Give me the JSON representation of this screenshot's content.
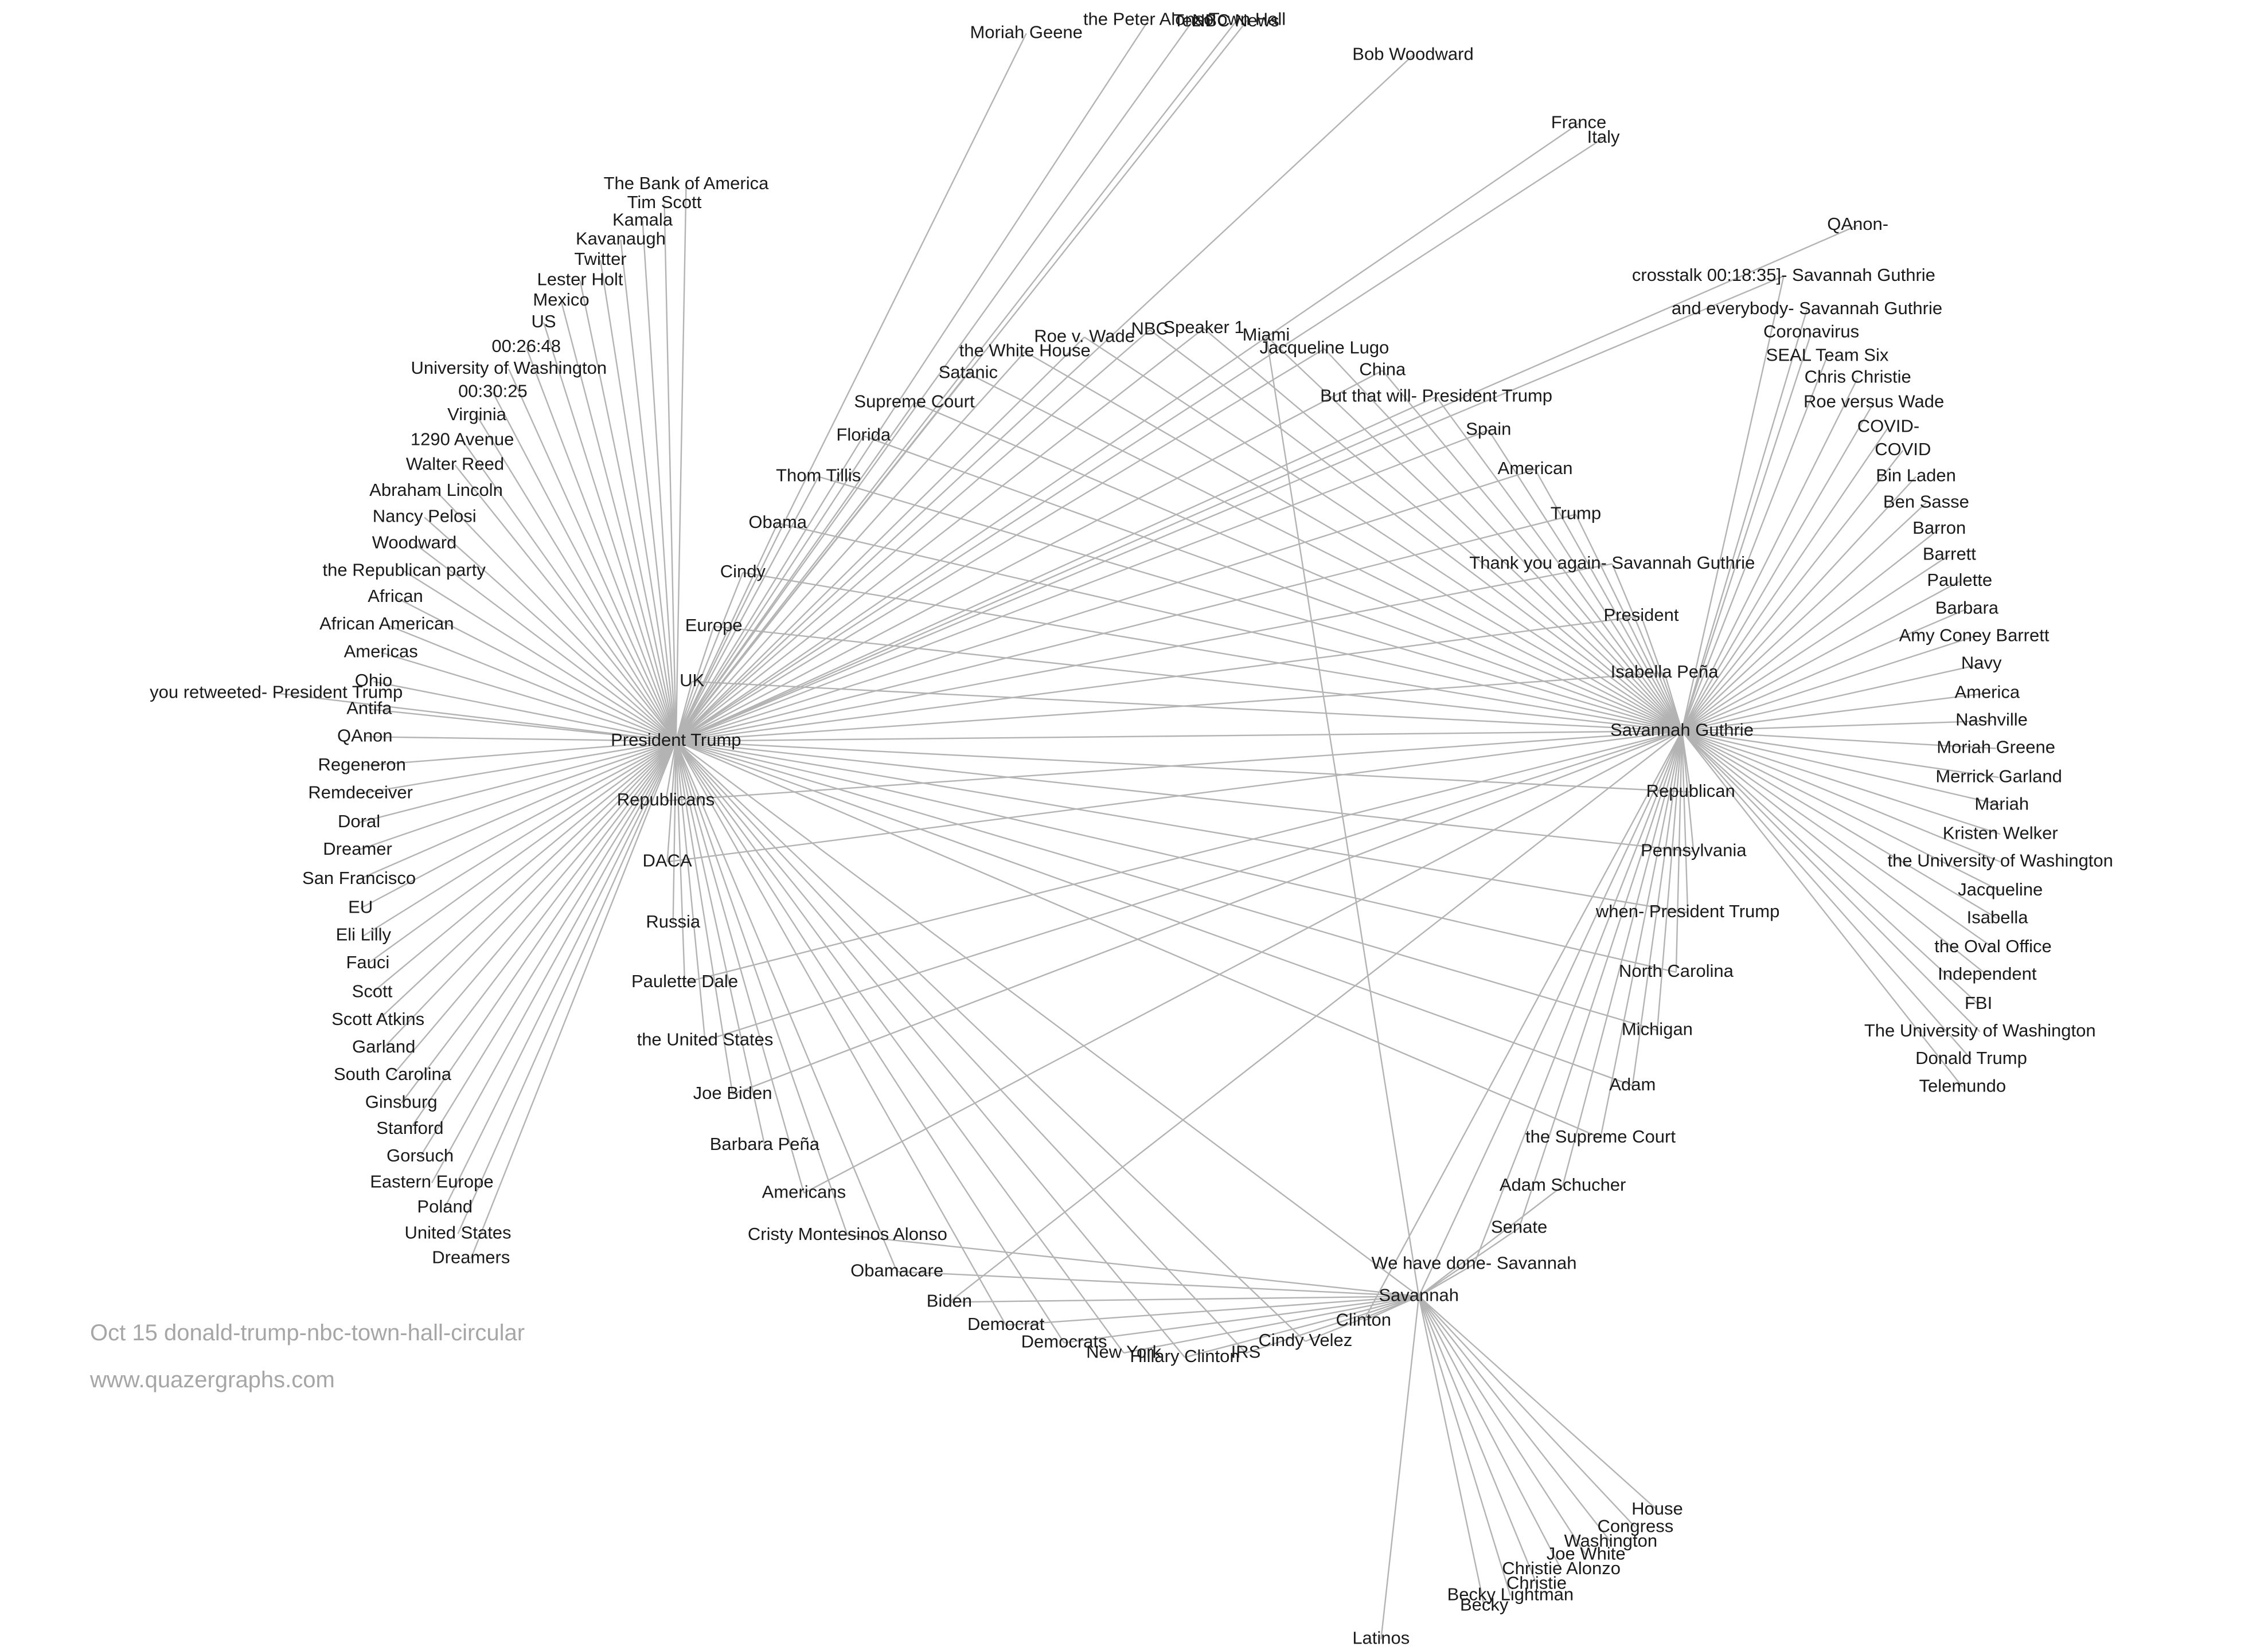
{
  "caption": {
    "title": "Oct 15 donald-trump-nbc-town-hall-circular",
    "site": "www.quazergraphs.com"
  },
  "graph": {
    "edge_color": "#b3b3b3",
    "label_color": "#1a1a1a",
    "caption_color": "#a6a6a6",
    "hubs": [
      {
        "id": "trump",
        "label": "President Trump"
      },
      {
        "id": "guthrie",
        "label": "Savannah Guthrie"
      },
      {
        "id": "savannah",
        "label": "Savannah"
      }
    ],
    "nodes": [
      {
        "label": "The Bank of America",
        "links": [
          "trump"
        ]
      },
      {
        "label": "Tim Scott",
        "links": [
          "trump"
        ]
      },
      {
        "label": "Kamala",
        "links": [
          "trump"
        ]
      },
      {
        "label": "Kavanaugh",
        "links": [
          "trump"
        ]
      },
      {
        "label": "Twitter",
        "links": [
          "trump"
        ]
      },
      {
        "label": "Lester Holt",
        "links": [
          "trump"
        ]
      },
      {
        "label": "Mexico",
        "links": [
          "trump"
        ]
      },
      {
        "label": "US",
        "links": [
          "trump"
        ]
      },
      {
        "label": "00:26:48",
        "links": [
          "trump"
        ]
      },
      {
        "label": "University of Washington",
        "links": [
          "trump"
        ]
      },
      {
        "label": "00:30:25",
        "links": [
          "trump"
        ]
      },
      {
        "label": "Virginia",
        "links": [
          "trump"
        ]
      },
      {
        "label": "1290 Avenue",
        "links": [
          "trump"
        ]
      },
      {
        "label": "Walter Reed",
        "links": [
          "trump"
        ]
      },
      {
        "label": "Abraham Lincoln",
        "links": [
          "trump"
        ]
      },
      {
        "label": "Nancy Pelosi",
        "links": [
          "trump"
        ]
      },
      {
        "label": "Woodward",
        "links": [
          "trump"
        ]
      },
      {
        "label": "the Republican party",
        "links": [
          "trump"
        ]
      },
      {
        "label": "African",
        "links": [
          "trump"
        ]
      },
      {
        "label": "African American",
        "links": [
          "trump"
        ]
      },
      {
        "label": "Americas",
        "links": [
          "trump"
        ]
      },
      {
        "label": "Ohio",
        "links": [
          "trump"
        ]
      },
      {
        "label": "you retweeted- President Trump",
        "links": [
          "trump"
        ]
      },
      {
        "label": "Antifa",
        "links": [
          "trump"
        ]
      },
      {
        "label": "QAnon",
        "links": [
          "trump"
        ]
      },
      {
        "label": "Regeneron",
        "links": [
          "trump"
        ]
      },
      {
        "label": "Remdeceiver",
        "links": [
          "trump"
        ]
      },
      {
        "label": "Doral",
        "links": [
          "trump"
        ]
      },
      {
        "label": "Dreamer",
        "links": [
          "trump"
        ]
      },
      {
        "label": "San Francisco",
        "links": [
          "trump"
        ]
      },
      {
        "label": "EU",
        "links": [
          "trump"
        ]
      },
      {
        "label": "Eli Lilly",
        "links": [
          "trump"
        ]
      },
      {
        "label": "Fauci",
        "links": [
          "trump"
        ]
      },
      {
        "label": "Scott",
        "links": [
          "trump"
        ]
      },
      {
        "label": "Scott Atkins",
        "links": [
          "trump"
        ]
      },
      {
        "label": "Garland",
        "links": [
          "trump"
        ]
      },
      {
        "label": "South Carolina",
        "links": [
          "trump"
        ]
      },
      {
        "label": "Ginsburg",
        "links": [
          "trump"
        ]
      },
      {
        "label": "Stanford",
        "links": [
          "trump"
        ]
      },
      {
        "label": "Gorsuch",
        "links": [
          "trump"
        ]
      },
      {
        "label": "Eastern Europe",
        "links": [
          "trump"
        ]
      },
      {
        "label": "Poland",
        "links": [
          "trump"
        ]
      },
      {
        "label": "United States",
        "links": [
          "trump"
        ]
      },
      {
        "label": "Dreamers",
        "links": [
          "trump"
        ]
      },
      {
        "label": "UK",
        "links": [
          "trump",
          "guthrie"
        ]
      },
      {
        "label": "Europe",
        "links": [
          "trump",
          "guthrie"
        ]
      },
      {
        "label": "Cindy",
        "links": [
          "trump",
          "guthrie"
        ]
      },
      {
        "label": "Obama",
        "links": [
          "trump",
          "guthrie"
        ]
      },
      {
        "label": "Thom Tillis",
        "links": [
          "trump",
          "guthrie"
        ]
      },
      {
        "label": "Florida",
        "links": [
          "trump",
          "guthrie"
        ]
      },
      {
        "label": "Supreme Court",
        "links": [
          "trump",
          "guthrie"
        ]
      },
      {
        "label": "Satanic",
        "links": [
          "trump",
          "guthrie"
        ]
      },
      {
        "label": "the White House",
        "links": [
          "trump",
          "guthrie"
        ]
      },
      {
        "label": "Roe v. Wade",
        "links": [
          "trump",
          "guthrie"
        ]
      },
      {
        "label": "Moriah Geene",
        "links": [
          "trump"
        ]
      },
      {
        "label": "the Peter Alonso",
        "links": [
          "trump"
        ]
      },
      {
        "label": "Tezn",
        "links": [
          "trump"
        ]
      },
      {
        "label": "NBC News",
        "links": [
          "trump"
        ]
      },
      {
        "label": "Town Hall",
        "links": [
          "trump"
        ]
      },
      {
        "label": "NBC",
        "links": [
          "trump",
          "guthrie"
        ]
      },
      {
        "label": "Speaker 1",
        "links": [
          "trump",
          "guthrie"
        ]
      },
      {
        "label": "Miami",
        "links": [
          "guthrie",
          "savannah"
        ]
      },
      {
        "label": "Jacqueline Lugo",
        "links": [
          "trump",
          "guthrie"
        ]
      },
      {
        "label": "China",
        "links": [
          "trump",
          "guthrie"
        ]
      },
      {
        "label": "Bob Woodward",
        "links": [
          "trump"
        ]
      },
      {
        "label": "France",
        "links": [
          "trump"
        ]
      },
      {
        "label": "Italy",
        "links": [
          "trump"
        ]
      },
      {
        "label": "But that will- President Trump",
        "links": [
          "trump",
          "guthrie"
        ]
      },
      {
        "label": "Spain",
        "links": [
          "trump",
          "guthrie"
        ]
      },
      {
        "label": "American",
        "links": [
          "trump",
          "guthrie"
        ]
      },
      {
        "label": "Trump",
        "links": [
          "trump",
          "guthrie"
        ]
      },
      {
        "label": "Thank you again- Savannah Guthrie",
        "links": [
          "trump",
          "guthrie"
        ]
      },
      {
        "label": "President",
        "links": [
          "trump",
          "guthrie"
        ]
      },
      {
        "label": "Isabella Peña",
        "links": [
          "trump",
          "guthrie"
        ]
      },
      {
        "label": "QAnon-",
        "links": [
          "trump"
        ]
      },
      {
        "label": "crosstalk 00:18:35]- Savannah Guthrie",
        "links": [
          "trump",
          "guthrie"
        ]
      },
      {
        "label": "and everybody- Savannah Guthrie",
        "links": [
          "guthrie"
        ]
      },
      {
        "label": "Coronavirus",
        "links": [
          "guthrie"
        ]
      },
      {
        "label": "SEAL Team Six",
        "links": [
          "guthrie"
        ]
      },
      {
        "label": "Chris Christie",
        "links": [
          "guthrie"
        ]
      },
      {
        "label": "Roe versus Wade",
        "links": [
          "guthrie"
        ]
      },
      {
        "label": "COVID-",
        "links": [
          "guthrie"
        ]
      },
      {
        "label": "COVID",
        "links": [
          "guthrie"
        ]
      },
      {
        "label": "Bin Laden",
        "links": [
          "guthrie"
        ]
      },
      {
        "label": "Ben Sasse",
        "links": [
          "guthrie"
        ]
      },
      {
        "label": "Barron",
        "links": [
          "guthrie"
        ]
      },
      {
        "label": "Barrett",
        "links": [
          "guthrie"
        ]
      },
      {
        "label": "Paulette",
        "links": [
          "guthrie"
        ]
      },
      {
        "label": "Barbara",
        "links": [
          "guthrie"
        ]
      },
      {
        "label": "Amy Coney Barrett",
        "links": [
          "guthrie"
        ]
      },
      {
        "label": "Navy",
        "links": [
          "guthrie"
        ]
      },
      {
        "label": "America",
        "links": [
          "guthrie"
        ]
      },
      {
        "label": "Nashville",
        "links": [
          "guthrie"
        ]
      },
      {
        "label": "Moriah Greene",
        "links": [
          "guthrie"
        ]
      },
      {
        "label": "Merrick Garland",
        "links": [
          "guthrie"
        ]
      },
      {
        "label": "Mariah",
        "links": [
          "guthrie"
        ]
      },
      {
        "label": "Kristen Welker",
        "links": [
          "guthrie"
        ]
      },
      {
        "label": "the University of Washington",
        "links": [
          "guthrie"
        ]
      },
      {
        "label": "Jacqueline",
        "links": [
          "guthrie"
        ]
      },
      {
        "label": "Isabella",
        "links": [
          "guthrie"
        ]
      },
      {
        "label": "the Oval Office",
        "links": [
          "guthrie"
        ]
      },
      {
        "label": "Independent",
        "links": [
          "guthrie"
        ]
      },
      {
        "label": "FBI",
        "links": [
          "guthrie"
        ]
      },
      {
        "label": "The University of Washington",
        "links": [
          "guthrie"
        ]
      },
      {
        "label": "Donald Trump",
        "links": [
          "guthrie"
        ]
      },
      {
        "label": "Telemundo",
        "links": [
          "guthrie"
        ]
      },
      {
        "label": "Republican",
        "links": [
          "trump",
          "guthrie"
        ]
      },
      {
        "label": "Pennsylvania",
        "links": [
          "trump",
          "guthrie"
        ]
      },
      {
        "label": "when- President Trump",
        "links": [
          "trump",
          "guthrie"
        ]
      },
      {
        "label": "North Carolina",
        "links": [
          "trump",
          "guthrie"
        ]
      },
      {
        "label": "Michigan",
        "links": [
          "trump",
          "guthrie"
        ]
      },
      {
        "label": "Adam",
        "links": [
          "trump",
          "guthrie"
        ]
      },
      {
        "label": "the Supreme Court",
        "links": [
          "trump",
          "guthrie"
        ]
      },
      {
        "label": "Adam Schucher",
        "links": [
          "guthrie",
          "savannah"
        ]
      },
      {
        "label": "Senate",
        "links": [
          "guthrie",
          "savannah"
        ]
      },
      {
        "label": "We have done- Savannah",
        "links": [
          "guthrie",
          "savannah"
        ]
      },
      {
        "label": "Republicans",
        "links": [
          "trump",
          "guthrie"
        ]
      },
      {
        "label": "DACA",
        "links": [
          "trump",
          "guthrie"
        ]
      },
      {
        "label": "Russia",
        "links": [
          "trump"
        ]
      },
      {
        "label": "Paulette Dale",
        "links": [
          "trump",
          "guthrie"
        ]
      },
      {
        "label": "the United States",
        "links": [
          "trump",
          "guthrie"
        ]
      },
      {
        "label": "Joe Biden",
        "links": [
          "trump",
          "guthrie"
        ]
      },
      {
        "label": "Barbara Peña",
        "links": [
          "trump"
        ]
      },
      {
        "label": "Americans",
        "links": [
          "trump",
          "guthrie"
        ]
      },
      {
        "label": "Cristy Montesinos Alonso",
        "links": [
          "trump",
          "savannah"
        ]
      },
      {
        "label": "Obamacare",
        "links": [
          "trump",
          "savannah"
        ]
      },
      {
        "label": "Biden",
        "links": [
          "guthrie",
          "savannah"
        ]
      },
      {
        "label": "Democrat",
        "links": [
          "trump",
          "savannah"
        ]
      },
      {
        "label": "Democrats",
        "links": [
          "trump",
          "savannah"
        ]
      },
      {
        "label": "New York",
        "links": [
          "trump",
          "savannah"
        ]
      },
      {
        "label": "Hillary Clinton",
        "links": [
          "trump",
          "savannah"
        ]
      },
      {
        "label": "IRS",
        "links": [
          "trump",
          "savannah"
        ]
      },
      {
        "label": "Cindy Velez",
        "links": [
          "trump",
          "savannah"
        ]
      },
      {
        "label": "Clinton",
        "links": [
          "guthrie",
          "savannah"
        ]
      },
      {
        "label": "House",
        "links": [
          "savannah"
        ]
      },
      {
        "label": "Congress",
        "links": [
          "savannah"
        ]
      },
      {
        "label": "Washington",
        "links": [
          "savannah"
        ]
      },
      {
        "label": "Joe White",
        "links": [
          "savannah"
        ]
      },
      {
        "label": "Christie Alonzo",
        "links": [
          "savannah"
        ]
      },
      {
        "label": "Christie",
        "links": [
          "savannah"
        ]
      },
      {
        "label": "Becky Lightman",
        "links": [
          "savannah"
        ]
      },
      {
        "label": "Becky",
        "links": [
          "savannah"
        ]
      },
      {
        "label": "Latinos",
        "links": [
          "savannah"
        ]
      }
    ]
  }
}
